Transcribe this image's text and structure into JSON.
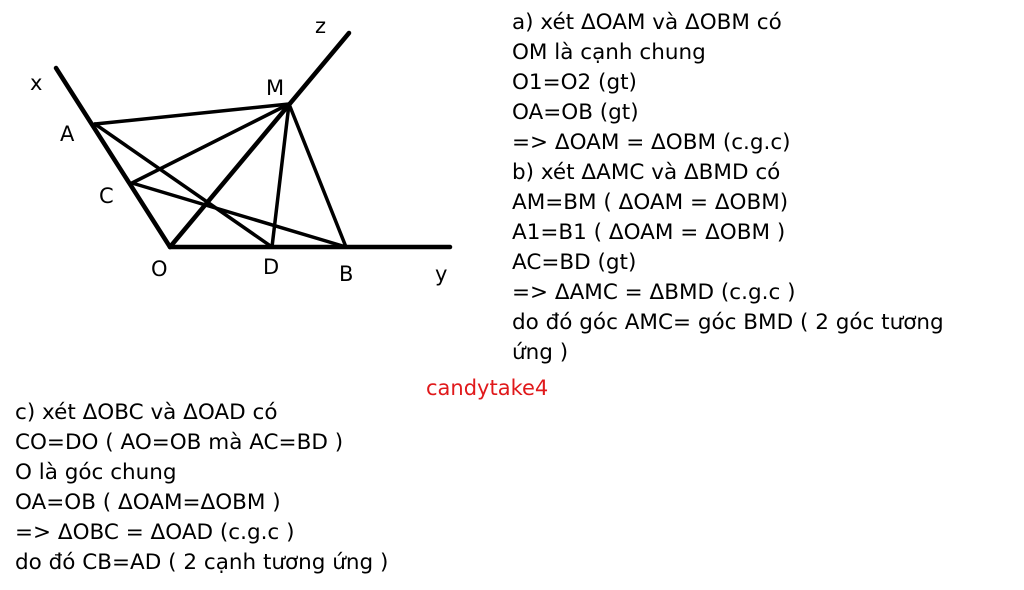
{
  "figure": {
    "points": {
      "x": "x",
      "z": "z",
      "M": "M",
      "A": "A",
      "C": "C",
      "O": "O",
      "D": "D",
      "B": "B",
      "y": "y"
    }
  },
  "part_a": {
    "lines": [
      "a) xét ΔOAM và ΔOBM có",
      "OM là cạnh chung",
      "O1=O2 (gt)",
      "OA=OB (gt)",
      "=> ΔOAM = ΔOBM (c.g.c)",
      "b) xét ΔAMC và ΔBMD có",
      "AM=BM ( ΔOAM = ΔOBM)",
      "A1=B1 ( ΔOAM = ΔOBM )",
      "AC=BD (gt)",
      "=> ΔAMC = ΔBMD (c.g.c )",
      "do đó góc AMC= góc BMD ( 2 góc tương",
      "ứng )"
    ]
  },
  "watermark": "candytake4",
  "part_c": {
    "lines": [
      "c) xét ΔOBC và ΔOAD có",
      "CO=DO ( AO=OB mà AC=BD )",
      "O là góc chung",
      "OA=OB ( ΔOAM=ΔOBM )",
      "=> ΔOBC = ΔOAD (c.g.c )",
      "do đó CB=AD ( 2 cạnh tương ứng )"
    ]
  }
}
